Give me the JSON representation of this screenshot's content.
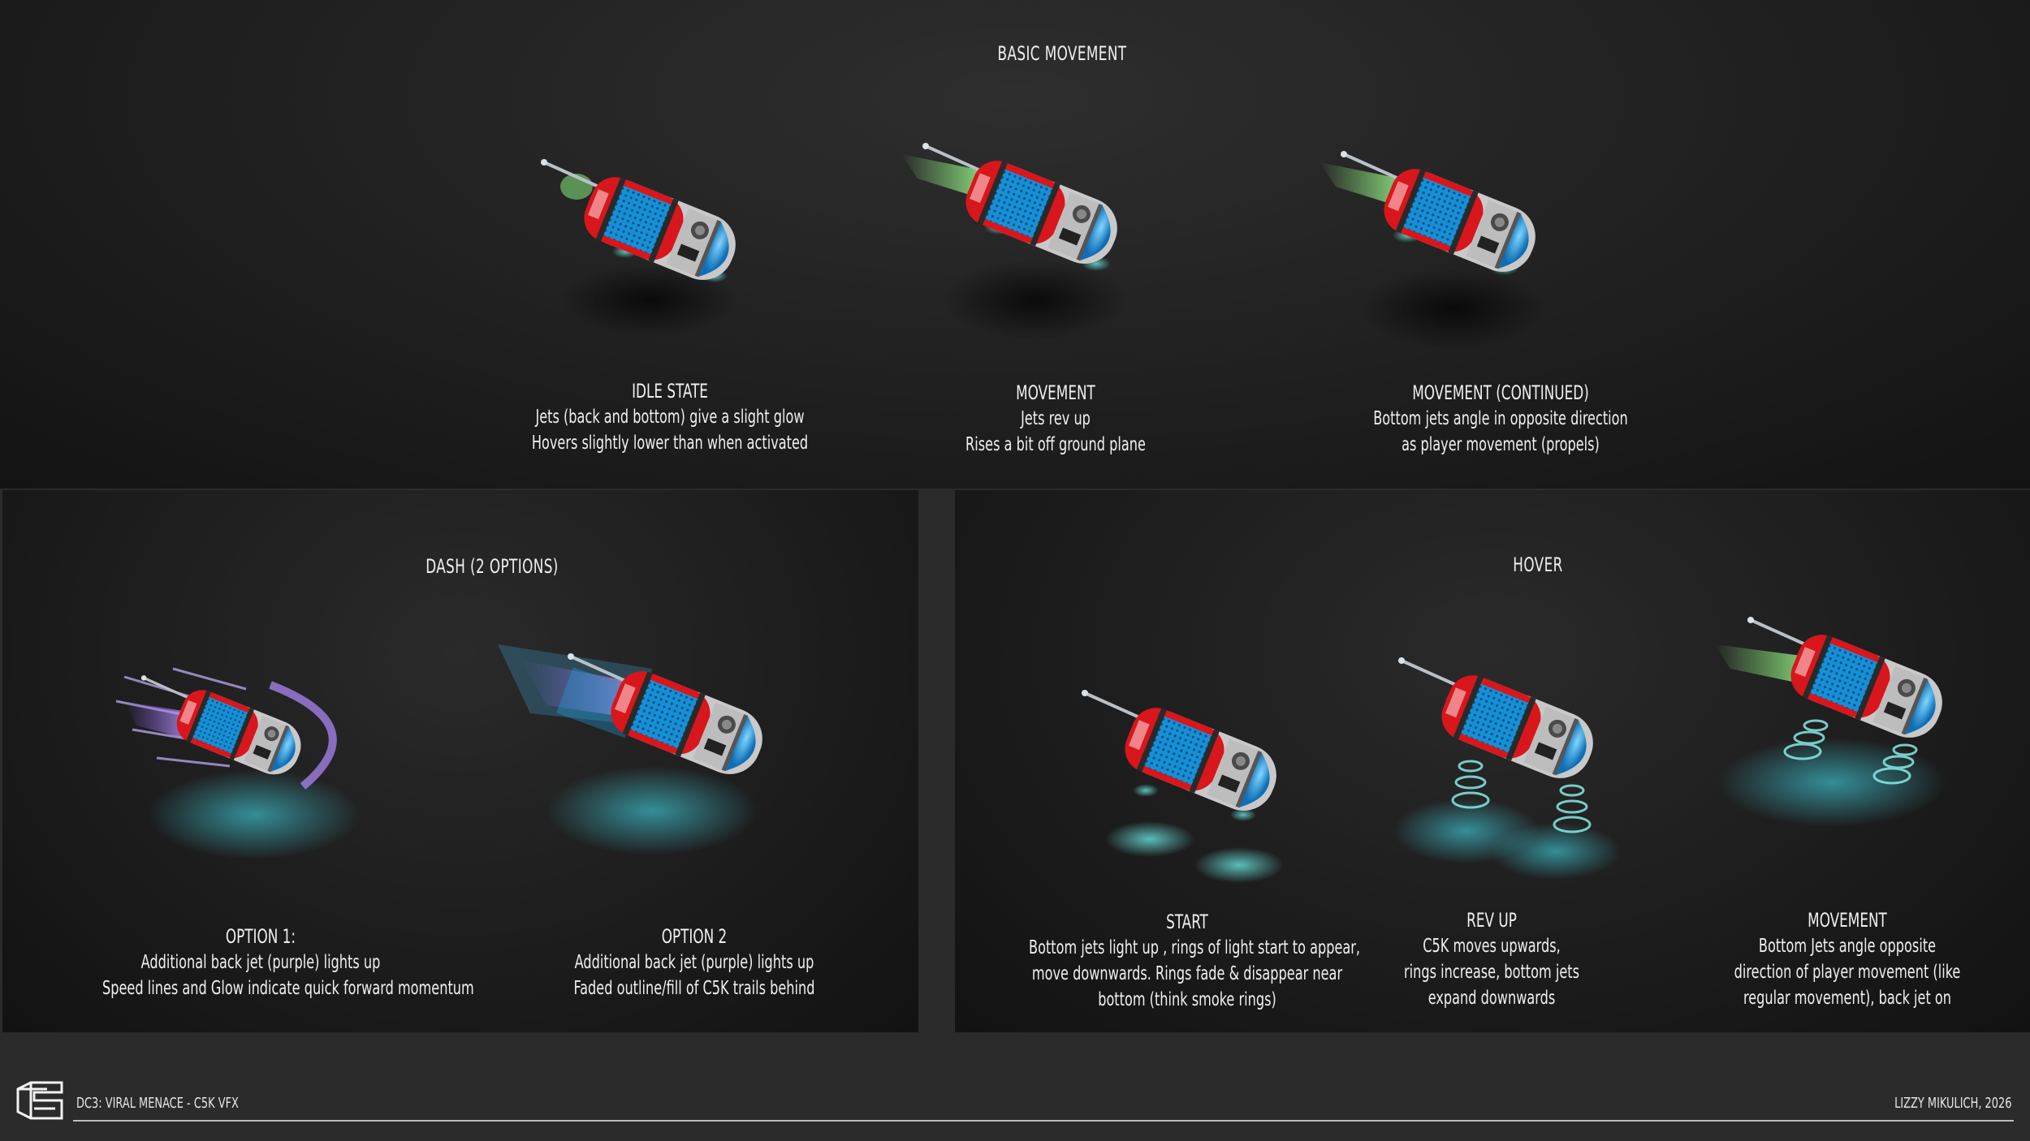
{
  "sections": {
    "basic": {
      "title": "BASIC MOVEMENT",
      "items": [
        {
          "title": "IDLE STATE",
          "lines": [
            "Jets (back and bottom) give a slight glow",
            "Hovers slightly lower than when activated"
          ]
        },
        {
          "title": "MOVEMENT",
          "lines": [
            "Jets rev up",
            "Rises a bit off ground plane"
          ]
        },
        {
          "title": "MOVEMENT (CONTINUED)",
          "lines": [
            "Bottom jets angle in opposite direction",
            "as player movement (propels)"
          ]
        }
      ]
    },
    "dash": {
      "title": "DASH (2 OPTIONS)",
      "items": [
        {
          "title": "OPTION 1:",
          "lines": [
            "Additional back jet (purple) lights up",
            "Speed lines and Glow indicate quick forward momentum"
          ]
        },
        {
          "title": "OPTION 2",
          "lines": [
            "Additional back jet (purple) lights up",
            "Faded outline/fill of C5K trails behind"
          ]
        }
      ]
    },
    "hover": {
      "title": "HOVER",
      "items": [
        {
          "title": "START",
          "lines": [
            "Bottom jets light up , rings of light start to appear,",
            "move downwards. Rings fade & disappear near",
            "bottom (think smoke rings)"
          ]
        },
        {
          "title": "REV UP",
          "lines": [
            "C5K moves upwards,",
            "rings increase, bottom jets",
            "expand downwards"
          ]
        },
        {
          "title": "MOVEMENT",
          "lines": [
            "Bottom Jets angle opposite",
            "direction of player movement (like",
            "regular movement), back jet on"
          ]
        }
      ]
    }
  },
  "footer": {
    "project": "DC3: VIRAL MENACE - C5K VFX",
    "credit": "LIZZY MIKULICH, 2026"
  },
  "colors": {
    "pod_red": "#d8161c",
    "pod_blue": "#1a8fd8",
    "jet_green": "#7dff7a",
    "jet_cyan": "#5fe9e6",
    "dash_purple": "#a57bff"
  }
}
